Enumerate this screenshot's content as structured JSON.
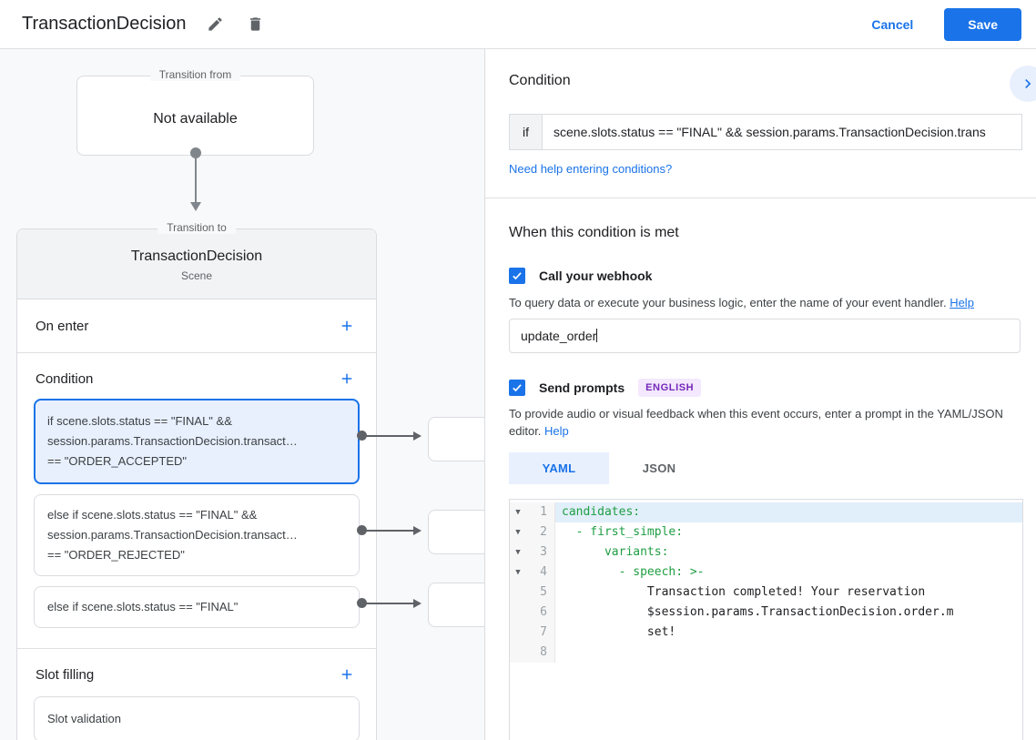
{
  "header": {
    "title": "TransactionDecision",
    "cancel_label": "Cancel",
    "save_label": "Save"
  },
  "canvas": {
    "transition_from": {
      "label": "Transition from",
      "content": "Not available"
    },
    "transition_to": {
      "label": "Transition to",
      "title": "TransactionDecision",
      "subtitle": "Scene",
      "on_enter_label": "On enter",
      "condition_label": "Condition",
      "condition_cards": [
        {
          "selected": true,
          "lines": [
            "if scene.slots.status == \"FINAL\" &&",
            "session.params.TransactionDecision.transact…",
            "== \"ORDER_ACCEPTED\""
          ]
        },
        {
          "selected": false,
          "lines": [
            "else if scene.slots.status == \"FINAL\" &&",
            "session.params.TransactionDecision.transact…",
            "== \"ORDER_REJECTED\""
          ]
        },
        {
          "selected": false,
          "lines": [
            "else if scene.slots.status == \"FINAL\""
          ]
        }
      ],
      "slot_filling_label": "Slot filling",
      "slot_card_label": "Slot validation"
    }
  },
  "panel": {
    "condition": {
      "heading": "Condition",
      "if_label": "if",
      "expression": "scene.slots.status == \"FINAL\" && session.params.TransactionDecision.trans",
      "help_link": "Need help entering conditions?"
    },
    "when_met": {
      "heading": "When this condition is met",
      "webhook": {
        "label": "Call your webhook",
        "description": "To query data or execute your business logic, enter the name of your event handler. ",
        "help_label": "Help",
        "value": "update_order"
      },
      "prompts": {
        "label": "Send prompts",
        "badge": "ENGLISH",
        "description": "To provide audio or visual feedback when this event occurs, enter a prompt in the YAML/JSON editor. ",
        "help_label": "Help",
        "tabs": {
          "yaml": "YAML",
          "json": "JSON"
        },
        "active_tab": "YAML",
        "editor_lines": [
          {
            "num": 1,
            "text": "candidates:",
            "kind": "key",
            "fold": true,
            "highlight": true
          },
          {
            "num": 2,
            "text": "  - first_simple:",
            "kind": "key",
            "fold": true,
            "highlight": false
          },
          {
            "num": 3,
            "text": "      variants:",
            "kind": "key",
            "fold": true,
            "highlight": false
          },
          {
            "num": 4,
            "text": "        - speech: >-",
            "kind": "key",
            "fold": true,
            "highlight": false
          },
          {
            "num": 5,
            "text": "            Transaction completed! Your reservation",
            "kind": "plain",
            "fold": false,
            "highlight": false
          },
          {
            "num": 6,
            "text": "            $session.params.TransactionDecision.order.m",
            "kind": "plain",
            "fold": false,
            "highlight": false
          },
          {
            "num": 7,
            "text": "            set!",
            "kind": "plain",
            "fold": false,
            "highlight": false
          },
          {
            "num": 8,
            "text": "",
            "kind": "plain",
            "fold": false,
            "highlight": false
          }
        ]
      }
    }
  },
  "colors": {
    "accent_blue": "#1a73e8",
    "selected_card_bg": "#e8f0fe",
    "canvas_bg": "#f8f9fa",
    "yaml_key_green": "#1e9e42",
    "badge_purple_bg": "#f3e8fd",
    "badge_purple_text": "#7627bb"
  }
}
